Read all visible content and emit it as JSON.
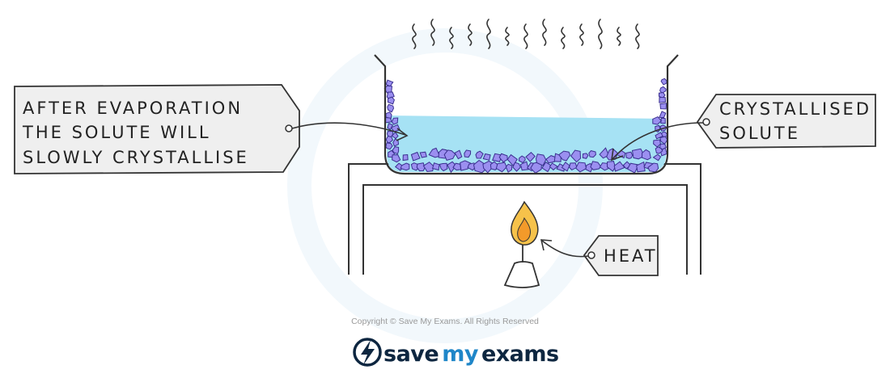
{
  "labels": {
    "evaporation": {
      "lines": [
        "AFTER EVAPORATION",
        "THE SOLUTE WILL",
        "SLOWLY CRYSTALLISE"
      ]
    },
    "crystallised": {
      "lines": [
        "CRYSTALLISED",
        "SOLUTE"
      ]
    },
    "heat": {
      "lines": [
        "HEAT"
      ]
    }
  },
  "footer": {
    "copyright": "Copyright © Save My Exams. All Rights Reserved",
    "brand_save": "save",
    "brand_my": "my",
    "brand_exams": "exams"
  },
  "colors": {
    "solution": "#a6e2f4",
    "crystal": "#9b8ff0",
    "crystal_outline": "#3a2f8f",
    "flame_outer": "#f6c24a",
    "flame_inner": "#f39a2a",
    "tag_fill": "#efefef",
    "outline": "#333333",
    "brand_dark": "#0d2640",
    "brand_blue": "#1f86c8"
  }
}
